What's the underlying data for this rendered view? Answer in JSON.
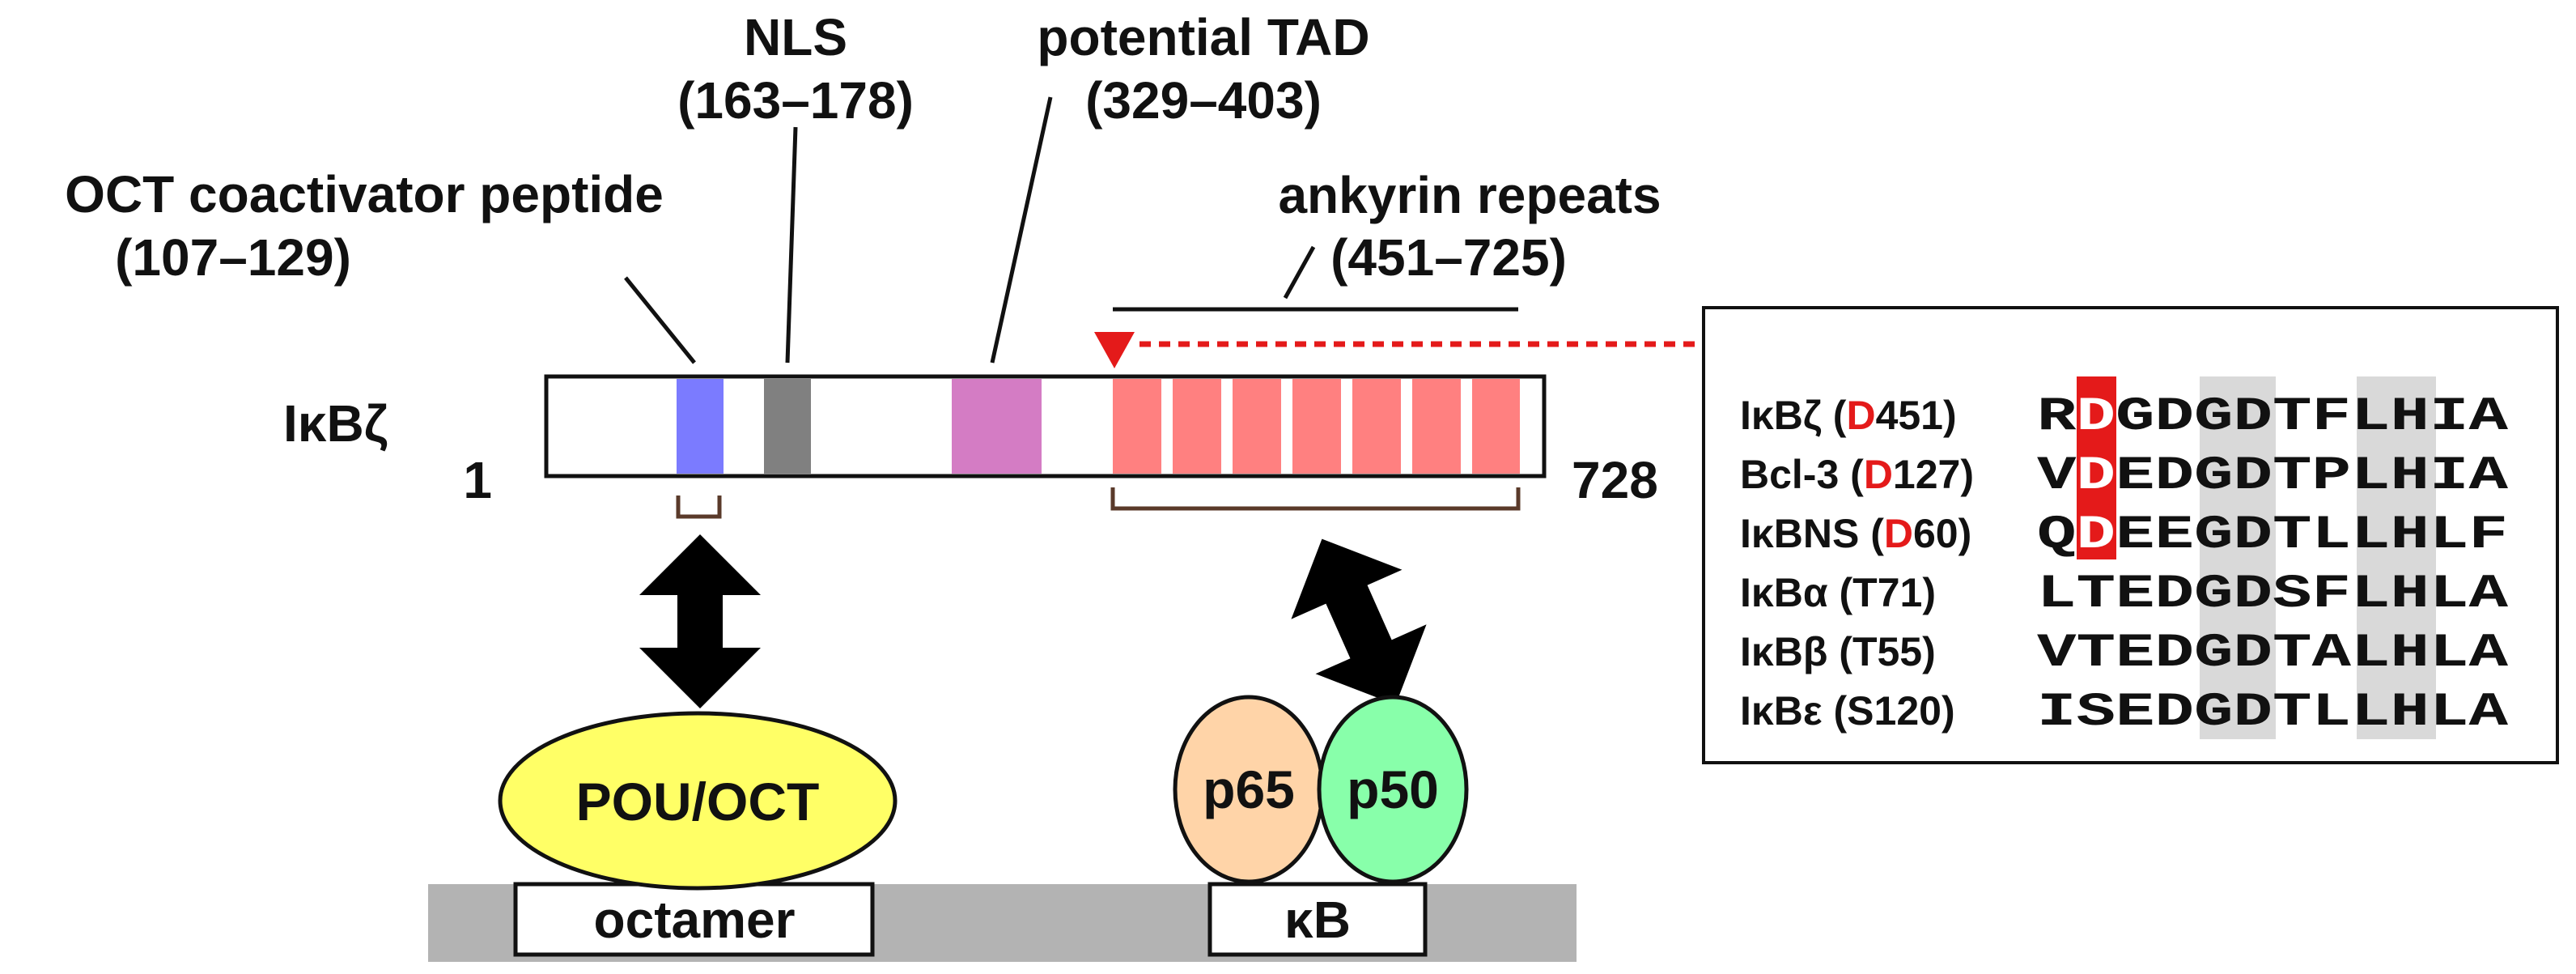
{
  "protein": {
    "name": "IκBζ",
    "start": "1",
    "end": "728"
  },
  "domains": {
    "oct": {
      "label": "OCT coactivator peptide",
      "range": "(107–129)",
      "color": "#7b7bff"
    },
    "nls": {
      "label": "NLS",
      "range": "(163–178)",
      "color": "#808080"
    },
    "tad": {
      "label": "potential TAD",
      "range": "(329–403)",
      "color": "#d47cc4"
    },
    "ank": {
      "label": "ankyrin repeats",
      "range": "(451–725)",
      "color": "#ff8080"
    }
  },
  "partners": {
    "pou": {
      "label": "POU/OCT",
      "color": "#ffff66"
    },
    "p65": {
      "label": "p65",
      "color": "#ffd4a8"
    },
    "p50": {
      "label": "p50",
      "color": "#88ffaa"
    }
  },
  "dna": {
    "octamer": "octamer",
    "kb": "κB",
    "color": "#b3b3b3"
  },
  "alignment": {
    "rows": [
      {
        "pre": "IκBζ (",
        "res": "D",
        "post": "451)",
        "res_red": true,
        "seq_first": "R",
        "seq_hl": "D",
        "seq_rest": "GDGDTFLHIA"
      },
      {
        "pre": "Bcl-3 (",
        "res": "D",
        "post": "127)",
        "res_red": true,
        "seq_first": "V",
        "seq_hl": "D",
        "seq_rest": "EDGDTPLHIA"
      },
      {
        "pre": "IκBNS (",
        "res": "D",
        "post": "60)",
        "res_red": true,
        "seq_first": "Q",
        "seq_hl": "D",
        "seq_rest": "EEGDTLLHLF"
      },
      {
        "pre": "IκBα (",
        "res": "T",
        "post": "71)",
        "res_red": false,
        "seq_first": "L",
        "seq_hl": "T",
        "seq_rest": "EDGDSFLHLA"
      },
      {
        "pre": "IκBβ (",
        "res": "T",
        "post": "55)",
        "res_red": false,
        "seq_first": "V",
        "seq_hl": "T",
        "seq_rest": "EDGDTALHLA"
      },
      {
        "pre": "IκBε (",
        "res": "S",
        "post": "120)",
        "res_red": false,
        "seq_first": "I",
        "seq_hl": "S",
        "seq_rest": "EDGDTLLHLA"
      }
    ]
  },
  "colors": {
    "accent_red": "#e41a1a",
    "conserved_gray": "#d9d9d9"
  }
}
